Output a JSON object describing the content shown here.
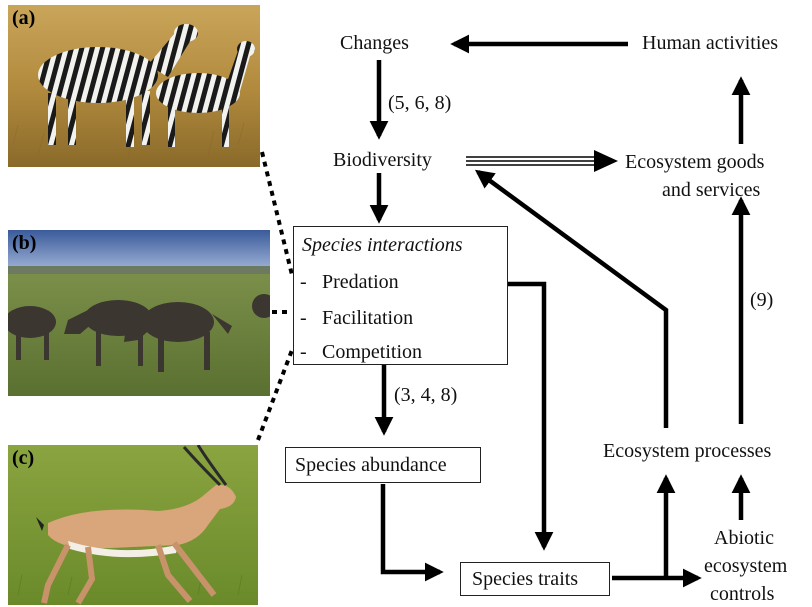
{
  "panels": [
    {
      "label": "(a)",
      "subject": "zebras"
    },
    {
      "label": "(b)",
      "subject": "wildebeest"
    },
    {
      "label": "(c)",
      "subject": "gazelle"
    }
  ],
  "nodes": {
    "changes": "Changes",
    "human_activities": "Human activities",
    "biodiversity": "Biodiversity",
    "goods_line1": "Ecosystem goods",
    "goods_line2": "and services",
    "species_interactions": {
      "title": "Species interactions",
      "items": [
        "Predation",
        "Facilitation",
        "Competition"
      ],
      "bullet": "-"
    },
    "species_abundance": "Species abundance",
    "species_traits": "Species traits",
    "ecosystem_processes": "Ecosystem processes",
    "abiotic_line1": "Abiotic",
    "abiotic_line2": "ecosystem",
    "abiotic_line3": "controls"
  },
  "refs": {
    "changes_to_biodiversity": "(5, 6, 8)",
    "interactions_to_abundance": "(3, 4, 8)",
    "processes_to_goods": "(9)"
  },
  "colors": {
    "arrow": "#000000",
    "box_border": "#222222"
  }
}
